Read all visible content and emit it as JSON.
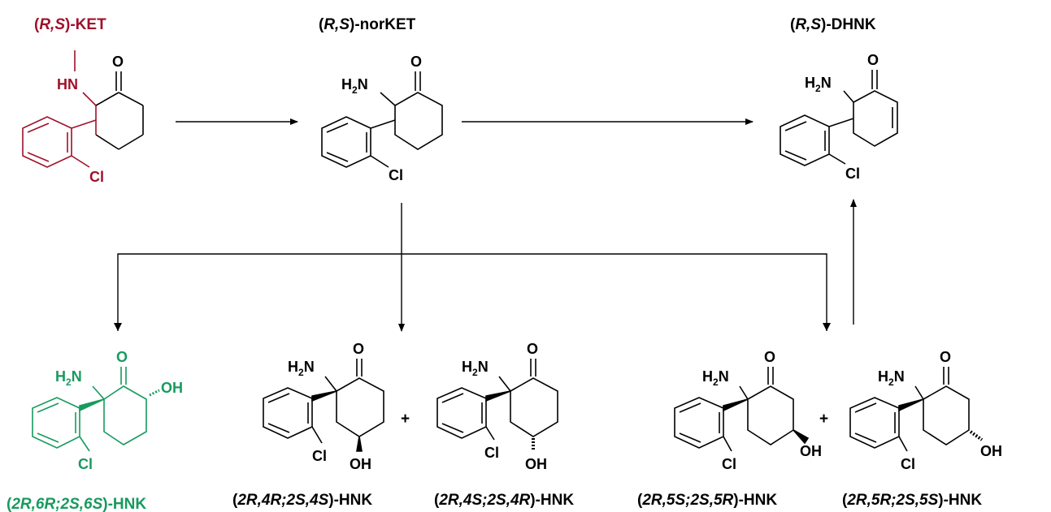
{
  "colors": {
    "ket": "#a0102a",
    "hnk_6": "#179a5e",
    "default": "#000000"
  },
  "compounds": {
    "ket": {
      "prefix": "(",
      "stereo": "R,S",
      "suffix": ")-KET"
    },
    "norket": {
      "prefix": "(",
      "stereo": "R,S",
      "suffix": ")-norKET"
    },
    "dhnk": {
      "prefix": "(",
      "stereo": "R,S",
      "suffix": ")-DHNK"
    },
    "hnk_6": {
      "prefix": "(",
      "stereo": "2R,6R;2S,6S",
      "suffix": ")-HNK"
    },
    "hnk_4a": {
      "prefix": "(",
      "stereo": "2R,4R;2S,4S",
      "suffix": ")-HNK"
    },
    "hnk_4b": {
      "prefix": "(",
      "stereo": "2R,4S;2S,4R",
      "suffix": ")-HNK"
    },
    "hnk_5a": {
      "prefix": "(",
      "stereo": "2R,5S;2S,5R",
      "suffix": ")-HNK"
    },
    "hnk_5b": {
      "prefix": "(",
      "stereo": "2R,5R;2S,5S",
      "suffix": ")-HNK"
    }
  },
  "atoms": {
    "O": "O",
    "HN": "HN",
    "H": "H",
    "two": "2",
    "N": "N",
    "Cl": "Cl",
    "OH": "OH"
  },
  "plus": "+"
}
